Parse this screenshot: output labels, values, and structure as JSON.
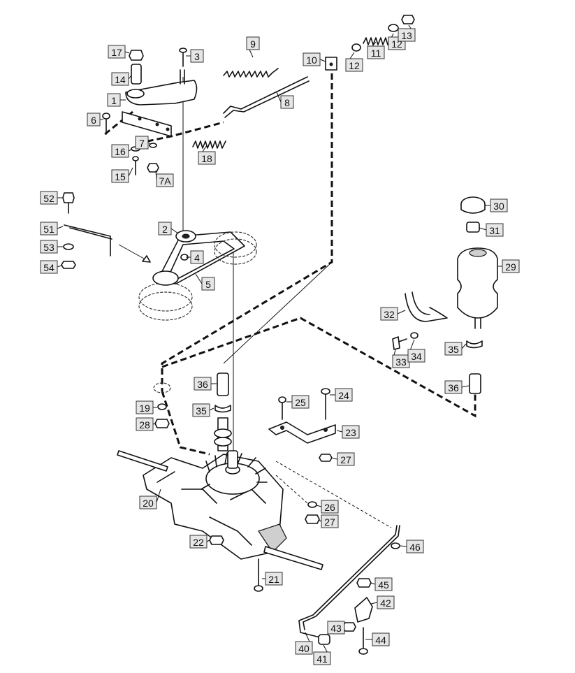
{
  "callouts": [
    {
      "id": "1",
      "text": "1"
    },
    {
      "id": "2",
      "text": "2"
    },
    {
      "id": "3",
      "text": "3"
    },
    {
      "id": "4",
      "text": "4"
    },
    {
      "id": "5",
      "text": "5"
    },
    {
      "id": "6",
      "text": "6"
    },
    {
      "id": "7",
      "text": "7"
    },
    {
      "id": "7A",
      "text": "7A"
    },
    {
      "id": "8",
      "text": "8"
    },
    {
      "id": "9",
      "text": "9"
    },
    {
      "id": "10",
      "text": "10"
    },
    {
      "id": "11",
      "text": "11"
    },
    {
      "id": "12a",
      "text": "12"
    },
    {
      "id": "12b",
      "text": "12"
    },
    {
      "id": "13",
      "text": "13"
    },
    {
      "id": "14",
      "text": "14"
    },
    {
      "id": "15",
      "text": "15"
    },
    {
      "id": "16",
      "text": "16"
    },
    {
      "id": "17",
      "text": "17"
    },
    {
      "id": "18",
      "text": "18"
    },
    {
      "id": "19",
      "text": "19"
    },
    {
      "id": "20",
      "text": "20"
    },
    {
      "id": "21",
      "text": "21"
    },
    {
      "id": "22",
      "text": "22"
    },
    {
      "id": "23",
      "text": "23"
    },
    {
      "id": "24",
      "text": "24"
    },
    {
      "id": "25",
      "text": "25"
    },
    {
      "id": "26",
      "text": "26"
    },
    {
      "id": "27a",
      "text": "27"
    },
    {
      "id": "27b",
      "text": "27"
    },
    {
      "id": "28",
      "text": "28"
    },
    {
      "id": "29",
      "text": "29"
    },
    {
      "id": "30",
      "text": "30"
    },
    {
      "id": "31",
      "text": "31"
    },
    {
      "id": "32",
      "text": "32"
    },
    {
      "id": "33",
      "text": "33"
    },
    {
      "id": "34",
      "text": "34"
    },
    {
      "id": "35a",
      "text": "35"
    },
    {
      "id": "35b",
      "text": "35"
    },
    {
      "id": "36a",
      "text": "36"
    },
    {
      "id": "36b",
      "text": "36"
    },
    {
      "id": "40",
      "text": "40"
    },
    {
      "id": "41",
      "text": "41"
    },
    {
      "id": "42",
      "text": "42"
    },
    {
      "id": "43",
      "text": "43"
    },
    {
      "id": "44",
      "text": "44"
    },
    {
      "id": "45",
      "text": "45"
    },
    {
      "id": "46",
      "text": "46"
    },
    {
      "id": "51",
      "text": "51"
    },
    {
      "id": "52",
      "text": "52"
    },
    {
      "id": "53",
      "text": "53"
    },
    {
      "id": "54",
      "text": "54"
    }
  ]
}
